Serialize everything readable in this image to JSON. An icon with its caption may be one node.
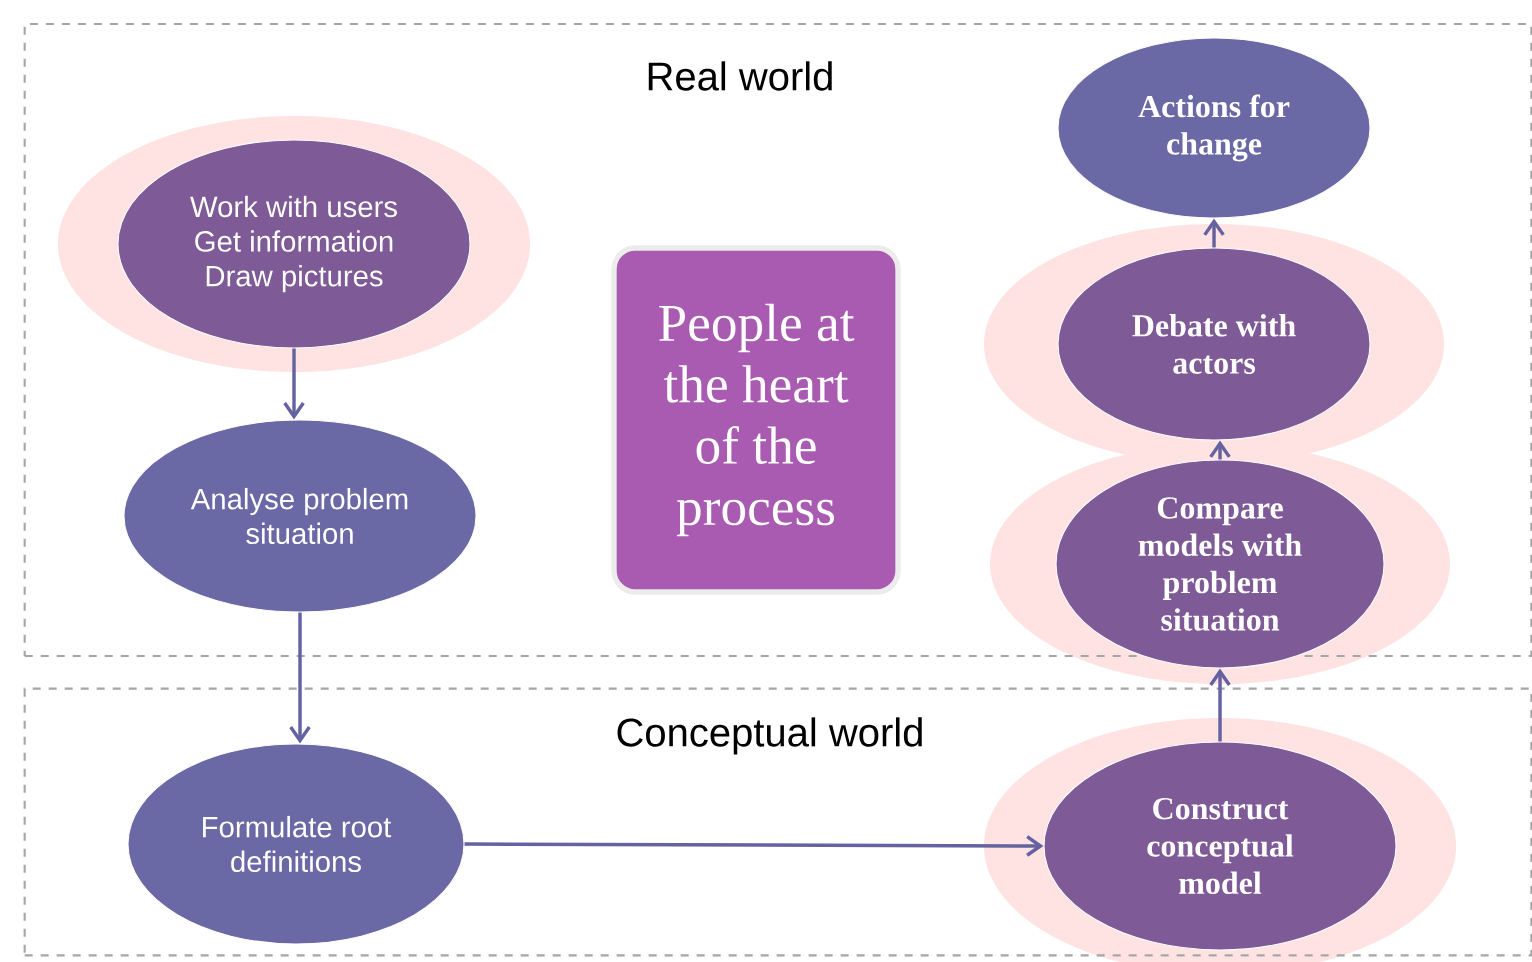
{
  "diagram": {
    "nodes": [
      {
        "text": [
          "Real world"
        ]
      },
      {
        "text": [
          "Work with users",
          "Get information",
          "Draw pictures"
        ],
        "in": 0
      },
      {
        "text": [
          "Analyse problem situation"
        ],
        "in": 0
      },
      {
        "text": [
          "People at the heart of the process"
        ],
        "in": 0
      },
      {
        "text": [
          "Actions for change"
        ],
        "in": 0
      },
      {
        "text": [
          "Debate with actors"
        ],
        "in": 0
      },
      {
        "text": [
          "Compare models with problem situation"
        ],
        "in": 0
      },
      {
        "text": [
          "Conceptual world"
        ]
      },
      {
        "text": [
          "Formulate root definitions"
        ],
        "in": 7
      },
      {
        "text": [
          "Construct conceptual model"
        ],
        "in": 7
      }
    ],
    "edges": [
      {
        "from": 1,
        "to": 2,
        "arrow": "to"
      },
      {
        "from": 2,
        "to": 8,
        "arrow": "to"
      },
      {
        "from": 8,
        "to": 9,
        "arrow": "to"
      },
      {
        "from": 9,
        "to": 6,
        "arrow": "to"
      },
      {
        "from": 6,
        "to": 5,
        "arrow": "to"
      },
      {
        "from": 5,
        "to": 4,
        "arrow": "to"
      }
    ]
  }
}
